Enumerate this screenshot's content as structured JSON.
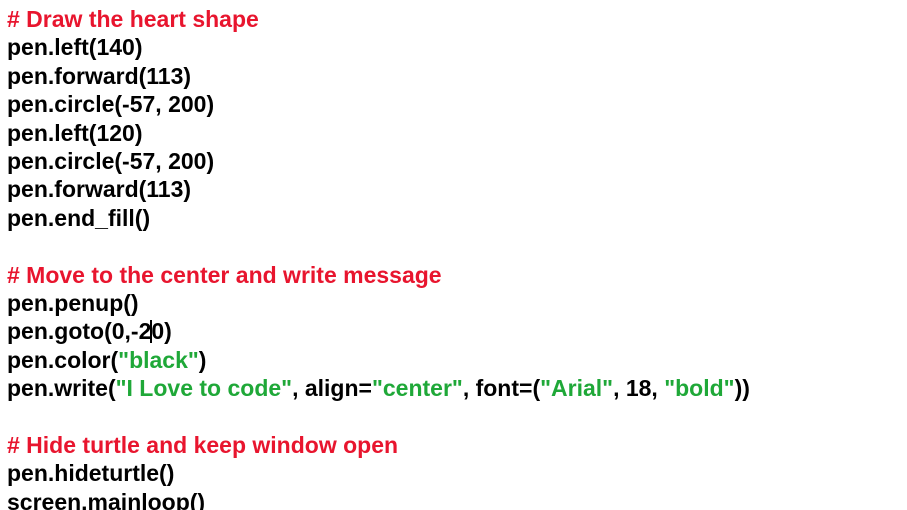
{
  "page": {
    "background": "#ffffff",
    "kind": "code-document"
  },
  "colors": {
    "comment": "#e8152e",
    "code": "#000000",
    "string": "#1fa838",
    "caret": "#000000"
  },
  "editor": {
    "language": "python",
    "lines": [
      {
        "segments": [
          {
            "text": "# Draw the heart shape",
            "color": "comment"
          }
        ]
      },
      {
        "segments": [
          {
            "text": "pen.left(140)",
            "color": "code"
          }
        ]
      },
      {
        "segments": [
          {
            "text": "pen.forward(113)",
            "color": "code"
          }
        ]
      },
      {
        "segments": [
          {
            "text": "pen.circle(-57, 200)",
            "color": "code"
          }
        ]
      },
      {
        "segments": [
          {
            "text": "pen.left(120)",
            "color": "code"
          }
        ]
      },
      {
        "segments": [
          {
            "text": "pen.circle(-57, 200)",
            "color": "code"
          }
        ]
      },
      {
        "segments": [
          {
            "text": "pen.forward(113)",
            "color": "code"
          }
        ]
      },
      {
        "segments": [
          {
            "text": "pen.end_fill()",
            "color": "code"
          }
        ]
      },
      {
        "segments": []
      },
      {
        "segments": [
          {
            "text": "# Move to the center and write message",
            "color": "comment"
          }
        ]
      },
      {
        "segments": [
          {
            "text": "pen.penup()",
            "color": "code"
          }
        ]
      },
      {
        "segments": [
          {
            "text": "pen.goto(0,-2",
            "color": "code"
          },
          {
            "type": "caret"
          },
          {
            "text": "0)",
            "color": "code"
          }
        ]
      },
      {
        "segments": [
          {
            "text": "pen.color(",
            "color": "code"
          },
          {
            "text": "\"black\"",
            "color": "string"
          },
          {
            "text": ")",
            "color": "code"
          }
        ]
      },
      {
        "segments": [
          {
            "text": "pen.write(",
            "color": "code"
          },
          {
            "text": "\"I Love to code\"",
            "color": "string"
          },
          {
            "text": ", align=",
            "color": "code"
          },
          {
            "text": "\"center\"",
            "color": "string"
          },
          {
            "text": ", font=(",
            "color": "code"
          },
          {
            "text": "\"Arial\"",
            "color": "string"
          },
          {
            "text": ", 18, ",
            "color": "code"
          },
          {
            "text": "\"bold\"",
            "color": "string"
          },
          {
            "text": "))",
            "color": "code"
          }
        ]
      },
      {
        "segments": []
      },
      {
        "segments": [
          {
            "text": "# Hide turtle and keep window open",
            "color": "comment"
          }
        ]
      },
      {
        "segments": [
          {
            "text": "pen.hideturtle()",
            "color": "code"
          }
        ]
      },
      {
        "segments": [
          {
            "text": "screen.mainloop()",
            "color": "code"
          }
        ]
      }
    ]
  }
}
